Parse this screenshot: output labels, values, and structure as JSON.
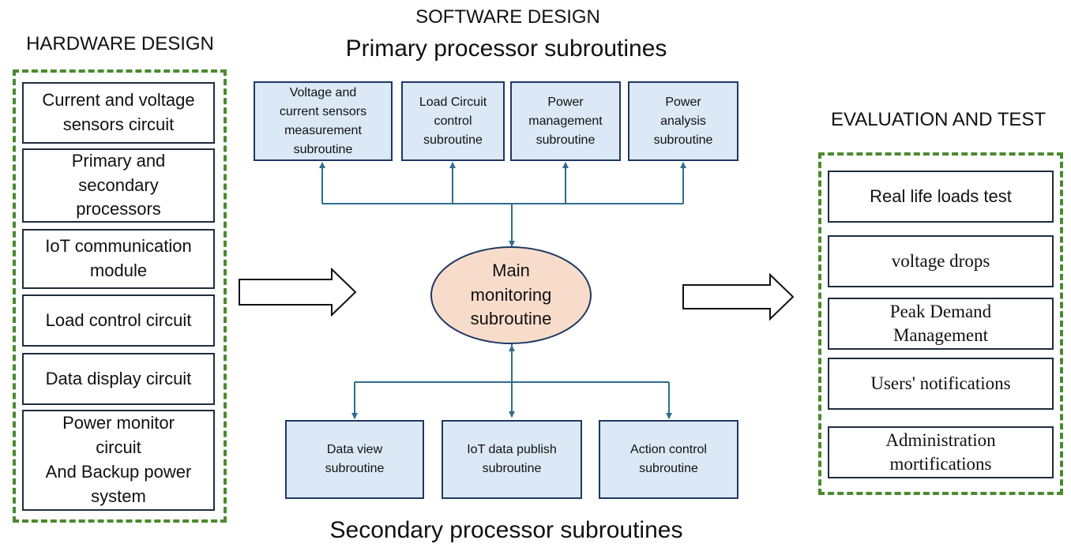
{
  "hardware": {
    "title": "HARDWARE DESIGN",
    "items": [
      "Current and voltage\nsensors circuit",
      "Primary and\nsecondary\nprocessors",
      "IoT communication\nmodule",
      "Load control circuit",
      "Data display circuit",
      "Power monitor\ncircuit\nAnd Backup power\nsystem"
    ]
  },
  "software": {
    "title": "SOFTWARE DESIGN",
    "primary_title": "Primary processor subroutines",
    "primary_items": [
      "Voltage and\ncurrent sensors\nmeasurement\nsubroutine",
      "Load Circuit\ncontrol\nsubroutine",
      "Power\nmanagement\nsubroutine",
      "Power\nanalysis\nsubroutine"
    ],
    "main": "Main\nmonitoring\nsubroutine",
    "secondary_items": [
      "Data view\nsubroutine",
      "IoT data publish\nsubroutine",
      "Action control\nsubroutine"
    ],
    "secondary_title": "Secondary processor subroutines"
  },
  "evaluation": {
    "title": "EVALUATION AND TEST",
    "items": [
      "Real life loads test",
      "voltage drops",
      "Peak Demand\nManagement",
      "Users' notifications",
      "Administration\nmortifications"
    ]
  },
  "colors": {
    "dashed_border": "#4a8a2e",
    "subroutine_fill": "#dbe8f6",
    "main_fill": "#f8dccb",
    "connector": "#2e6e8e"
  }
}
